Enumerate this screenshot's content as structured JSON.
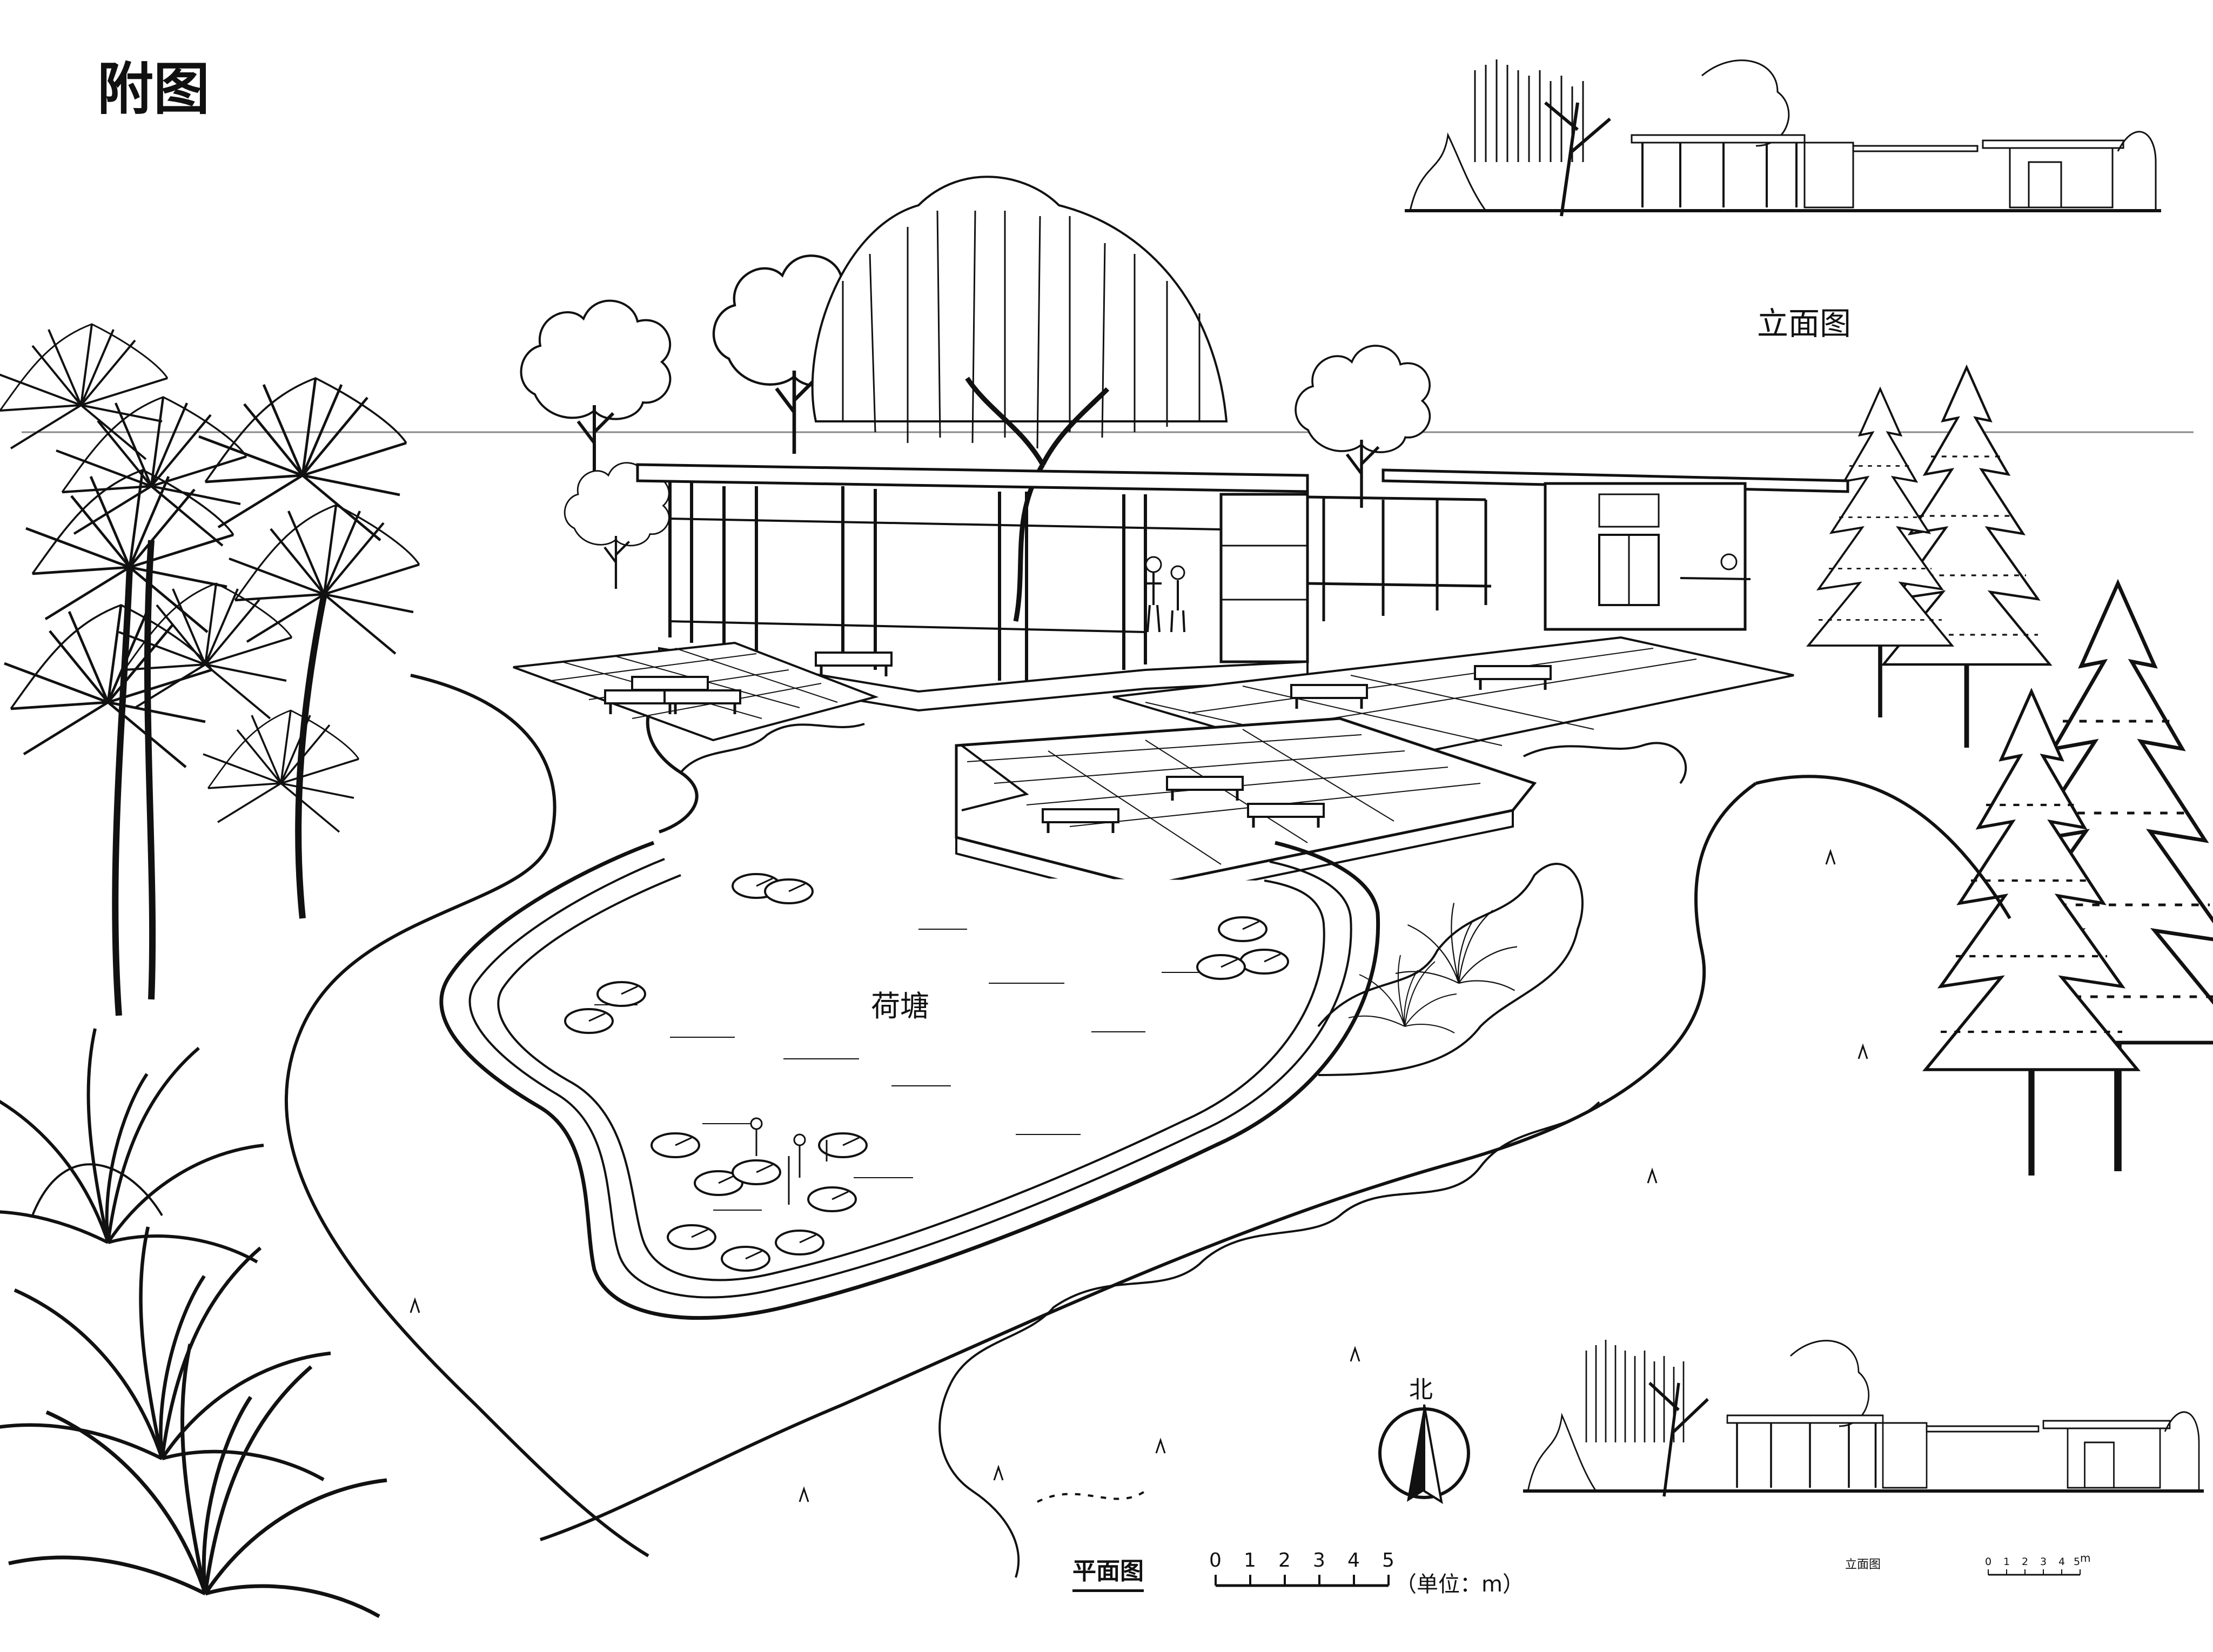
{
  "title": "附图",
  "labels": {
    "elevation_top": "立面图",
    "pond": "荷塘",
    "north": "北",
    "plan": "平面图",
    "unit": "（单位：m）",
    "elevation_bottom": "立面图",
    "scale_unit_small": "m"
  },
  "scale_bar": {
    "ticks": [
      "0",
      "1",
      "2",
      "3",
      "4",
      "5"
    ]
  },
  "scale_bar_small": {
    "ticks": [
      "0",
      "1",
      "2",
      "3",
      "4",
      "5"
    ]
  },
  "colors": {
    "line": "#111111",
    "background": "#ffffff"
  }
}
